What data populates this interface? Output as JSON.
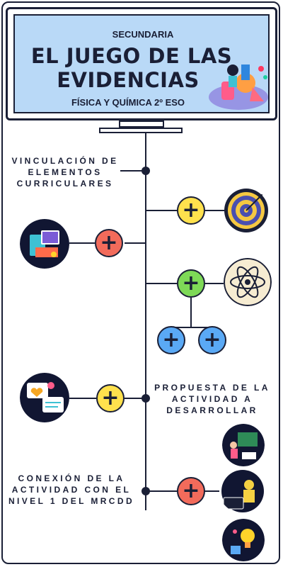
{
  "header": {
    "level": "SECUNDARIA",
    "title_line1": "EL JUEGO DE LAS",
    "title_line2": "EVIDENCIAS",
    "subject": "FÍSICA Y QUÍMICA 2º ESO"
  },
  "nodes": {
    "curriculum": "VINCULACIÓN DE ELEMENTOS CURRICULARES",
    "proposal": "PROPUESTA DE LA ACTIVIDAD A DESARROLLAR",
    "connection": "CONEXIÓN DE LA ACTIVIDAD CON EL NIVEL 1 DEL MRCDD"
  },
  "buttons": {
    "plus": "+"
  },
  "colors": {
    "ink": "#1a1f36",
    "screen": "#b9d9f7",
    "red": "#f26b5b",
    "yellow": "#ffe14d",
    "green": "#7ed957",
    "blue": "#5aa9f5"
  },
  "icons": [
    "target-icon",
    "tech-devices-icon",
    "atom-icon",
    "web-screens-icon",
    "teacher-board-icon",
    "person-laptop-icon",
    "lightbulb-icon",
    "science-illustration-icon"
  ]
}
